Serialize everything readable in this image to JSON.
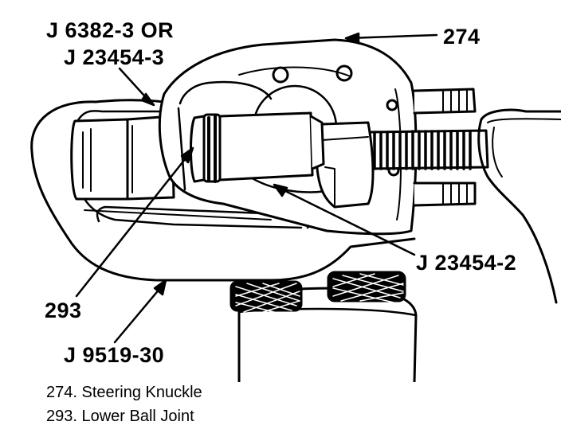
{
  "callouts": {
    "tool_alt_line1": "J 6382-3 OR",
    "tool_alt_line2": "J 23454-3",
    "part_274": "274",
    "tool_j23454_2": "J 23454-2",
    "part_293": "293",
    "tool_j9519_30": "J 9519-30"
  },
  "legend": [
    "274. Steering Knuckle",
    "293. Lower Ball Joint"
  ]
}
